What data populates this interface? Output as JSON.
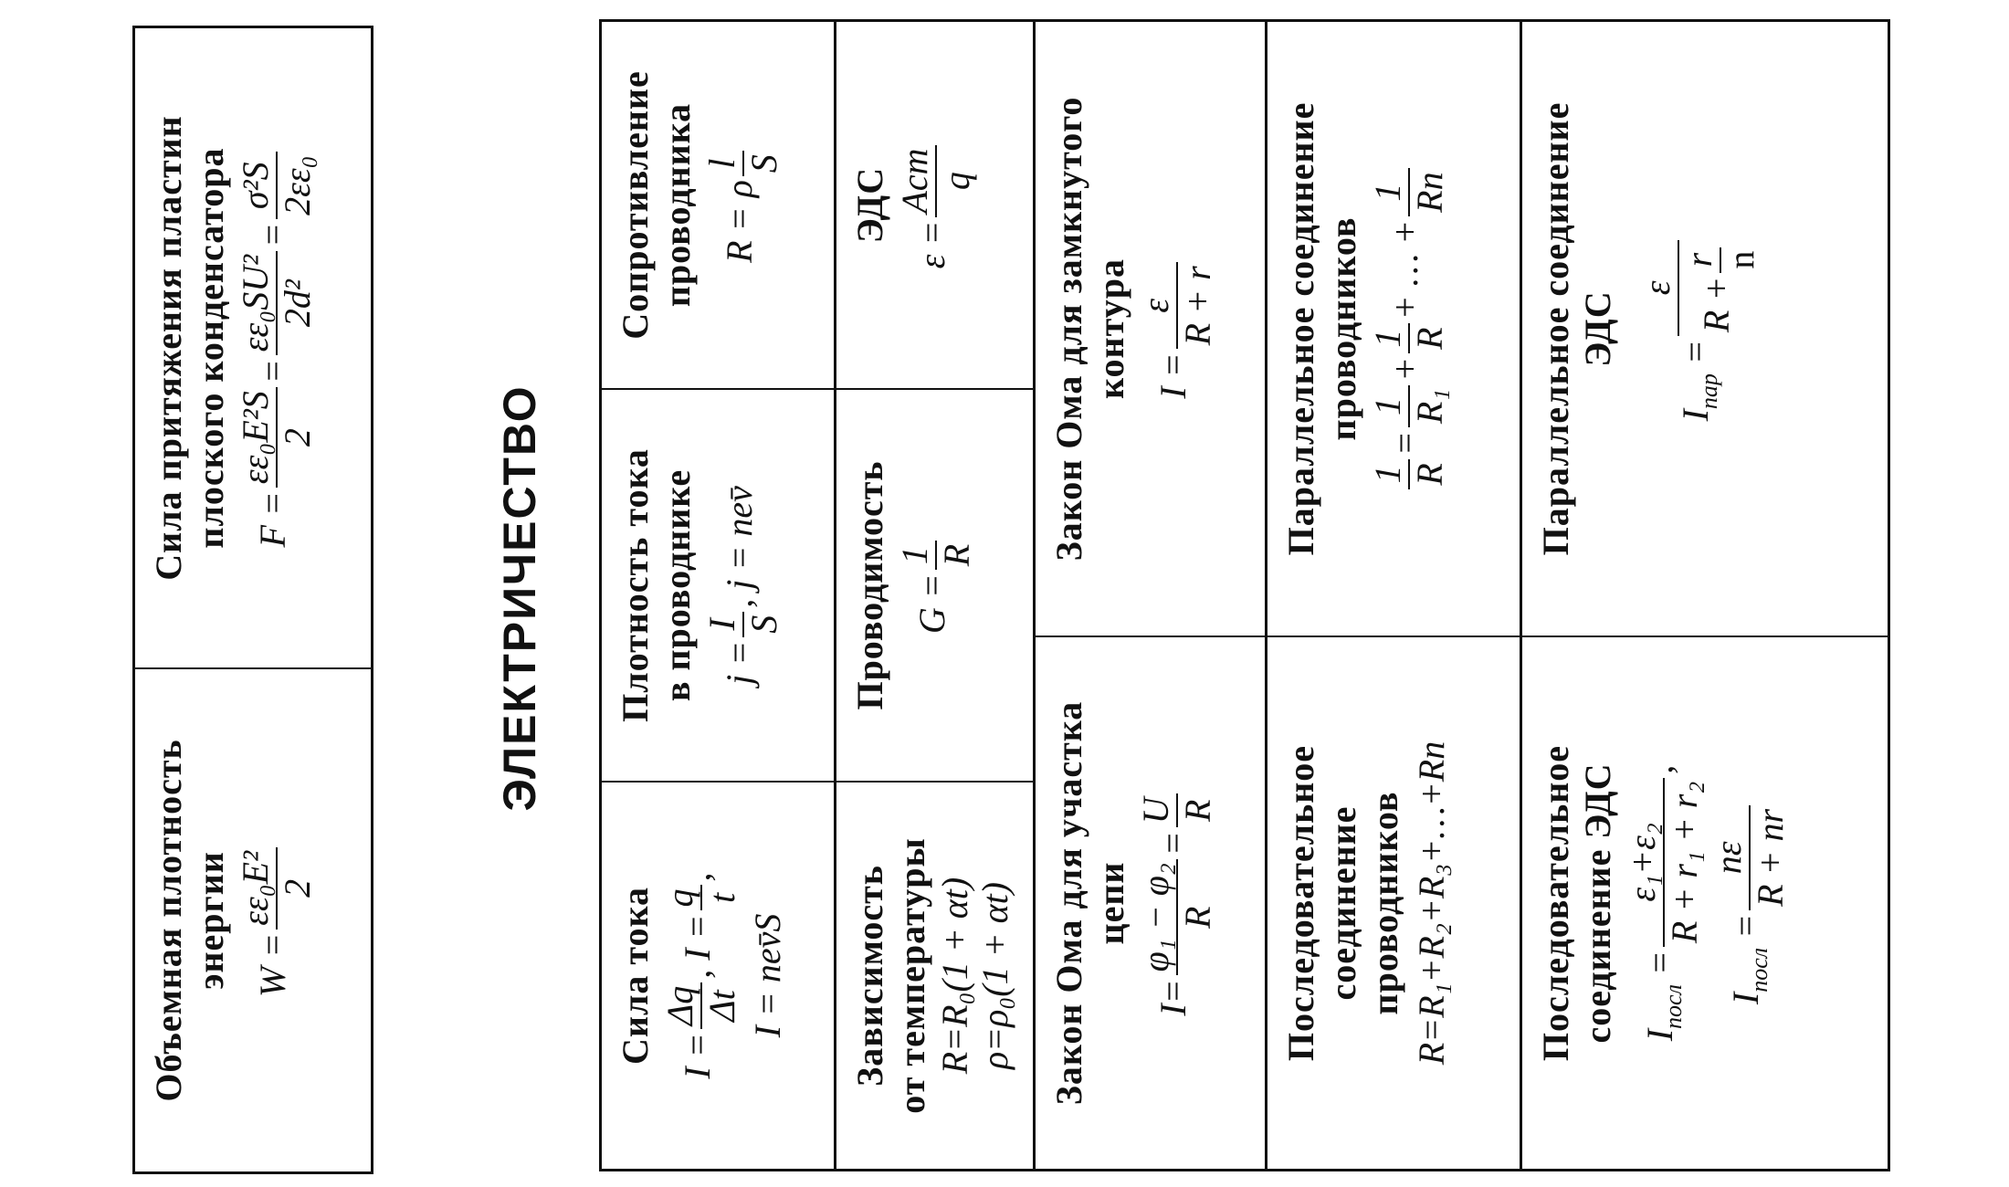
{
  "top_table": {
    "energy_density": {
      "title": [
        "Объемная плотность",
        "энергии"
      ],
      "lhs": "W =",
      "num": "εε₀E²",
      "den": "2"
    },
    "plate_force": {
      "title": [
        "Сила притяжения пластин",
        "плоского конденсатора"
      ],
      "lhs": "F =",
      "n1": "εε₀E²S",
      "d1": "2",
      "n2": "εε₀SU²",
      "d2": "2d²",
      "n3": "σ²S",
      "d3": "2εε₀"
    }
  },
  "section_title": "ЭЛЕКТРИЧЕСТВО",
  "main_table": {
    "current": {
      "title": [
        "Сила тока"
      ],
      "l1": "I =",
      "n1": "Δq",
      "d1": "Δt",
      "l2": ", I =",
      "n2": "q",
      "d2": "t",
      "tail": ",",
      "l3": "I = nev̄S"
    },
    "current_density": {
      "title": [
        "Плотность тока",
        "в проводнике"
      ],
      "l1": "j =",
      "n1": "I",
      "d1": "S",
      "l2": ", j = nev̄"
    },
    "resistance": {
      "title": [
        "Сопротивление",
        "проводника"
      ],
      "l1": "R = ρ",
      "n1": "l",
      "d1": "S"
    },
    "temperature": {
      "title": [
        "Зависимость",
        "от температуры"
      ],
      "f1": "R=R₀(1 + αt)",
      "f2": "ρ=ρ₀(1 + αt)"
    },
    "conductance": {
      "title": [
        "Проводимость"
      ],
      "l1": "G =",
      "n1": "1",
      "d1": "R"
    },
    "emf": {
      "title": [
        "ЭДС"
      ],
      "l1": "ε =",
      "n1": "Aст",
      "d1": "q"
    },
    "ohm_segment": {
      "title": [
        "Закон Ома для участка",
        "цепи"
      ],
      "l1": "I=",
      "n1": "φ₁ − φ₂",
      "d1": "R",
      "l2": "=",
      "n2": "U",
      "d2": "R"
    },
    "ohm_closed": {
      "title": [
        "Закон Ома для замкнутого",
        "контура"
      ],
      "l1": "I =",
      "n1": "ε",
      "d1": "R + r"
    },
    "series_conductors": {
      "title": [
        "Последовательное",
        "соединение",
        "проводников"
      ],
      "f1": "R=R₁+R₂+R₃+…+Rn"
    },
    "parallel_conductors": {
      "title": [
        "Параллельное соединение",
        "проводников"
      ],
      "n0": "1",
      "d0": "R",
      "n1": "1",
      "d1": "R₁",
      "n2": "1",
      "d2": "R",
      "n3": "1",
      "d3": "Rn",
      "eq": "=",
      "plus": "+",
      "dots": "+ … +"
    },
    "series_emf": {
      "title": [
        "Последовательное",
        "соединение  ЭДС"
      ],
      "lhs": "I",
      "sub": "посл",
      "n1": "ε₁+ε₂",
      "d1": "R + r₁ + r₂",
      "n2": "nε",
      "d2": "R + nr",
      "eq": "=",
      "comma": ","
    },
    "parallel_emf": {
      "title": [
        "Параллельное соединение",
        "ЭДС"
      ],
      "lhs": "I",
      "sub": "пар",
      "n1": "ε",
      "d1a": "R +",
      "dn": "r",
      "dd": "n",
      "eq": "="
    }
  }
}
